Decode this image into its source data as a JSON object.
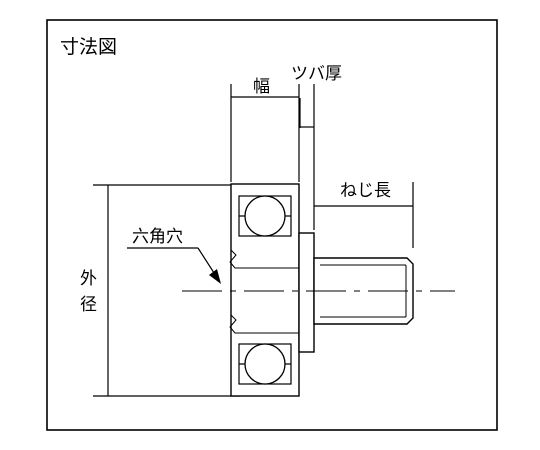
{
  "title": "寸法図",
  "labels": {
    "width": "幅",
    "flange_thickness": "ツバ厚",
    "thread_length": "ねじ長",
    "hex_hole": "六角穴",
    "outer_diameter_1": "外",
    "outer_diameter_2": "径"
  },
  "colors": {
    "line": "#000000",
    "background": "#ffffff"
  }
}
